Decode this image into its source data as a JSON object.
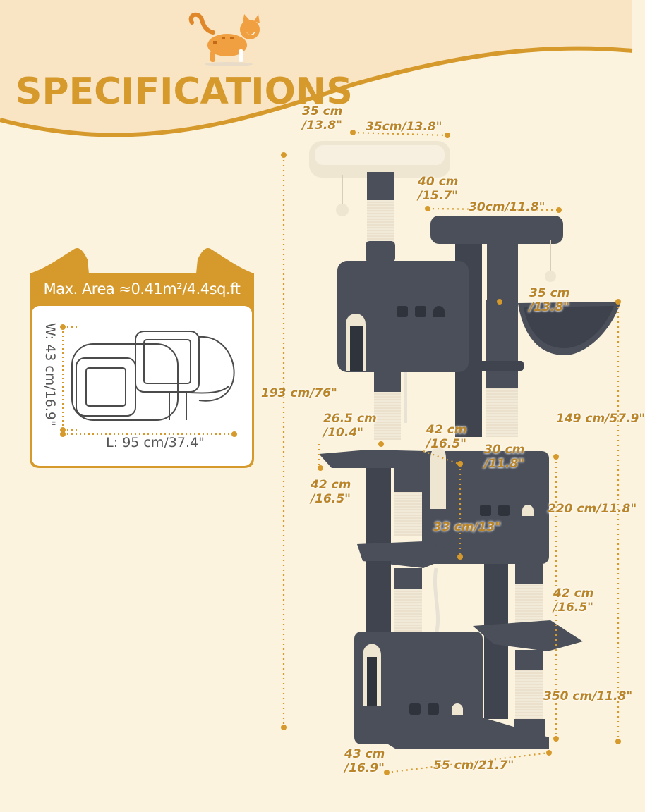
{
  "header": {
    "title": "SPECIFICATIONS"
  },
  "area_card": {
    "title": "Max. Area ≈0.41m²/4.4sq.ft",
    "width_label": "W: 43 cm/16.9\"",
    "length_label": "L: 95 cm/37.4\""
  },
  "dimensions": {
    "top_perch_depth": "35 cm\n/13.8\"",
    "top_perch_width": "35cm/13.8\"",
    "top_to_platform": "40 cm\n/15.7\"",
    "platform_width": "30cm/11.8\"",
    "hammock": "35 cm\n/13.8\"",
    "total_height": "193 cm/76\"",
    "right_height": "149 cm/57.9\"",
    "left_shelf_width": "26.5 cm\n/10.4\"",
    "mid_condo_width": "42 cm\n/16.5\"",
    "mid_condo_depth": "30 cm\n/11.8\"",
    "left_shelf_depth": "42 cm\n/16.5\"",
    "mid_section_height": "220 cm/11.8\"",
    "mid_condo_height": "33 cm/13\"",
    "lower_right_gap": "42 cm\n/16.5\"",
    "lower_section_height": "350 cm/11.8\"",
    "base_depth": "43 cm\n/16.9\"",
    "base_width": "55 cm/21.7\""
  },
  "colors": {
    "accent": "#d69a2c",
    "band": "#f9e4c4",
    "plush": "#4a4f5a",
    "sisal": "#f2ead8",
    "cream": "#efe6d2"
  }
}
